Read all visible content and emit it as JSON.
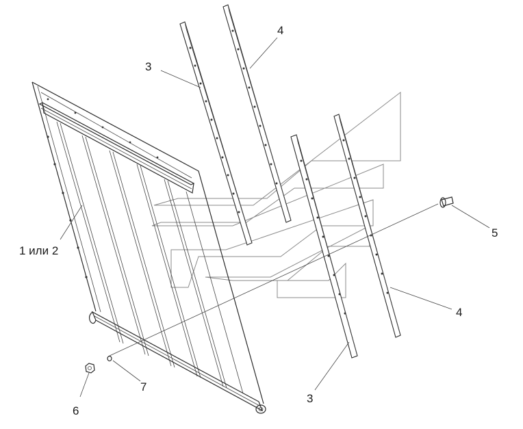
{
  "labels": {
    "panel": "1 или 2",
    "strip_inner": "3",
    "strip_outer": "4",
    "bolt": "5",
    "nut": "6",
    "washer": "7"
  },
  "icons": {
    "watermark": "brand-logo-watermark"
  }
}
